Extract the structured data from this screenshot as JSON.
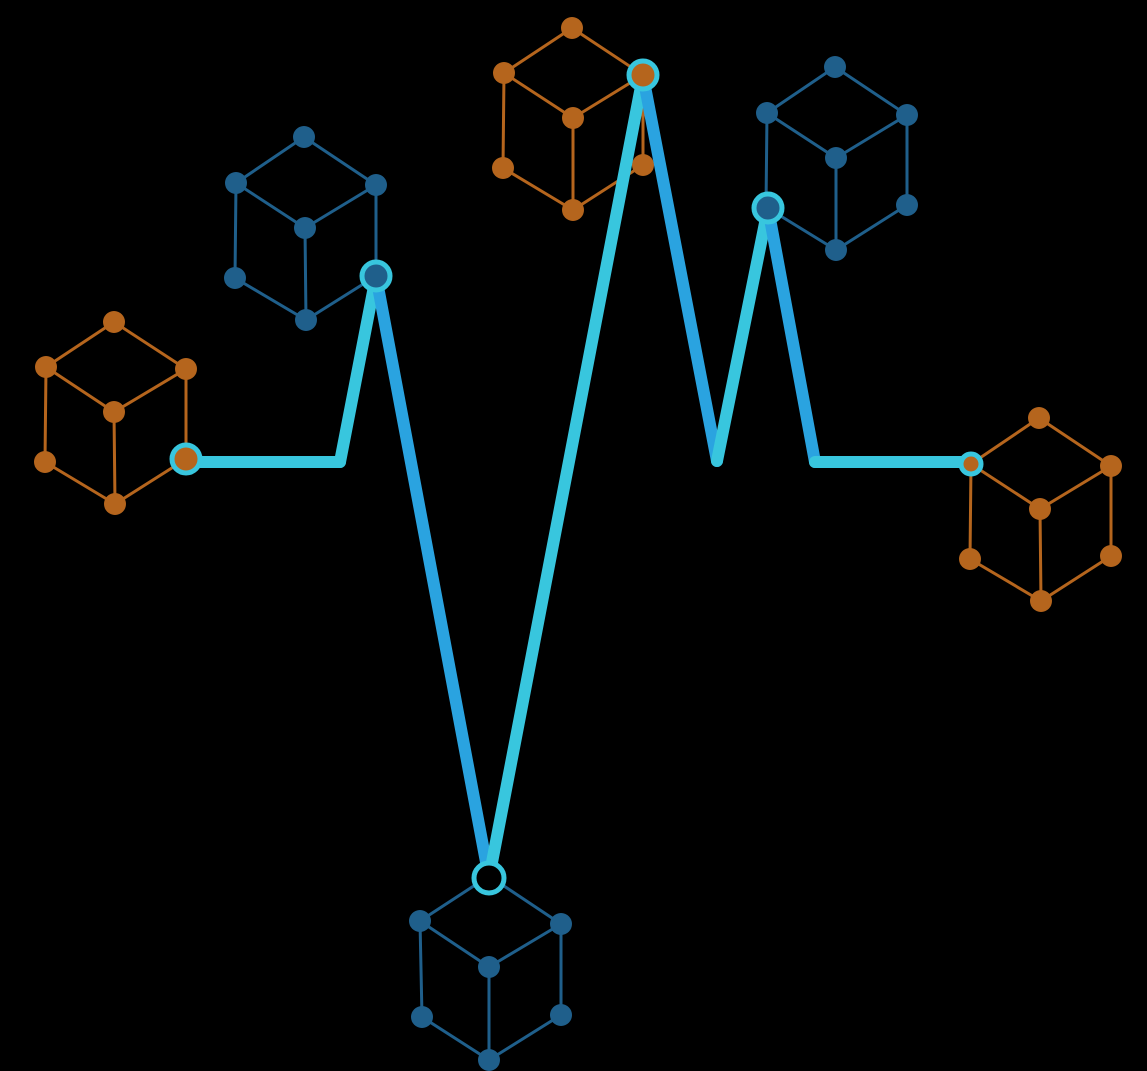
{
  "colors": {
    "background": "#000000",
    "orange": "#B5651D",
    "blue": "#1F5F8B",
    "cyan": "#38C6DE",
    "deep_cyan": "#2AA3E0"
  },
  "cubes": [
    {
      "id": "cube-left",
      "color": "orange",
      "icon": "cube-network-icon"
    },
    {
      "id": "cube-upper-left",
      "color": "blue",
      "icon": "cube-network-icon"
    },
    {
      "id": "cube-top-center",
      "color": "orange",
      "icon": "cube-network-icon"
    },
    {
      "id": "cube-upper-right",
      "color": "blue",
      "icon": "cube-network-icon"
    },
    {
      "id": "cube-right",
      "color": "orange",
      "icon": "cube-network-icon"
    },
    {
      "id": "cube-bottom",
      "color": "blue",
      "icon": "cube-network-icon"
    }
  ],
  "pulse_line": {
    "icon": "heartbeat-pulse-line",
    "node_count": 6
  }
}
